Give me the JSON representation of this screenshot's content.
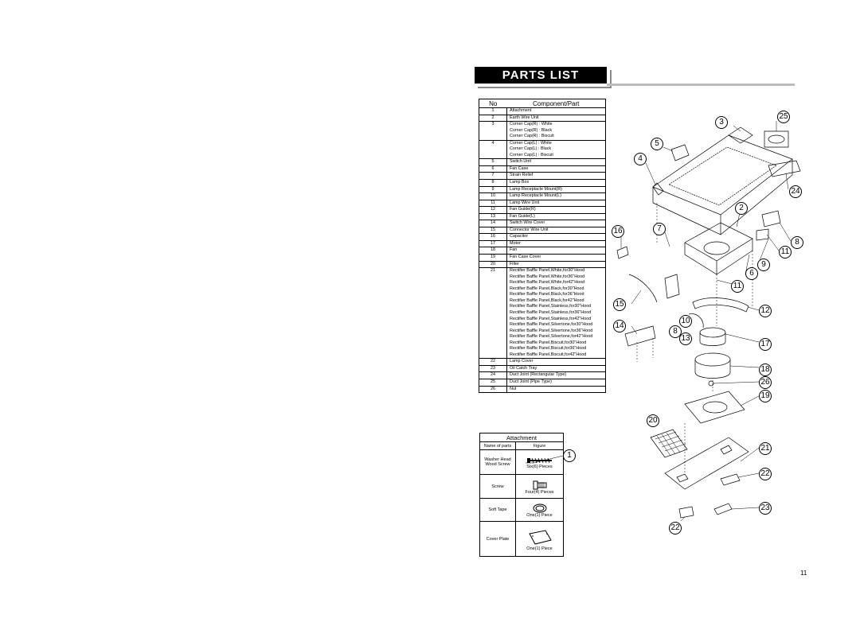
{
  "title": "PARTS LIST",
  "table": {
    "header_no": "No",
    "header_part": "Component/Part",
    "groups": [
      {
        "no": "1",
        "parts": [
          "Attachment"
        ]
      },
      {
        "no": "2",
        "parts": [
          "Earth Wire Unit"
        ]
      },
      {
        "no": "3",
        "parts": [
          "Corner Cap(R) : White",
          "Corner Cap(R) : Black",
          "Corner Cap(R) : Biscuit"
        ]
      },
      {
        "no": "4",
        "parts": [
          "Corner Cap(L) : White",
          "Corner Cap(L) : Black",
          "Corner Cap(L) : Biscuit"
        ]
      },
      {
        "no": "5",
        "parts": [
          "Switch Unit"
        ]
      },
      {
        "no": "6",
        "parts": [
          "Fan Case"
        ]
      },
      {
        "no": "7",
        "parts": [
          "Strain Relief"
        ]
      },
      {
        "no": "8",
        "parts": [
          "Lamp Box"
        ]
      },
      {
        "no": "9",
        "parts": [
          "Lamp Receptacle Mount(R)"
        ]
      },
      {
        "no": "10",
        "parts": [
          "Lamp Receptacle Mount(L)"
        ]
      },
      {
        "no": "11",
        "parts": [
          "Lamp Wire Unit"
        ]
      },
      {
        "no": "12",
        "parts": [
          "Fan Guide(R)"
        ]
      },
      {
        "no": "13",
        "parts": [
          "Fan Guide(L)"
        ]
      },
      {
        "no": "14",
        "parts": [
          "Switch Wire Cover"
        ]
      },
      {
        "no": "15",
        "parts": [
          "Connector Wire Unit"
        ]
      },
      {
        "no": "16",
        "parts": [
          "Capacitor"
        ]
      },
      {
        "no": "17",
        "parts": [
          "Motor"
        ]
      },
      {
        "no": "18",
        "parts": [
          "Fan"
        ]
      },
      {
        "no": "19",
        "parts": [
          "Fan Case Cover"
        ]
      },
      {
        "no": "20",
        "parts": [
          "Filter"
        ]
      },
      {
        "no": "21",
        "parts": [
          "Rectifier Baffle Panel,White,for30\"Hood",
          "Rectifier Baffle Panel,White,for36\"Hood",
          "Rectifier Baffle Panel,White,for42\"Hood",
          "Rectifier Baffle Panel,Black,for30\"Hood",
          "Rectifier Baffle Panel,Black,for36\"Hood",
          "Rectifier Baffle Panel,Black,for42\"Hood",
          "Rectifier Baffle Panel,Stainless,for30\"Hood",
          "Rectifier Baffle Panel,Stainless,for36\"Hood",
          "Rectifier Baffle Panel,Stainless,for42\"Hood",
          "Rectifier Baffle Panel,Silvertone,for30\"Hood",
          "Rectifier Baffle Panel,Silvertone,for36\"Hood",
          "Rectifier Baffle Panel,Silvertone,for42\"Hood",
          "Rectifier Baffle Panel,Biscuit,for30\"Hood",
          "Rectifier Baffle Panel,Biscuit,for36\"Hood",
          "Rectifier Baffle Panel,Biscuit,for42\"Hood"
        ]
      },
      {
        "no": "22",
        "parts": [
          "Lamp Cover"
        ]
      },
      {
        "no": "23",
        "parts": [
          "Oil Catch Tray"
        ]
      },
      {
        "no": "24",
        "parts": [
          "Duct Joint (Rectangular Type)"
        ]
      },
      {
        "no": "25",
        "parts": [
          "Duct Joint (Pipe Type)"
        ]
      },
      {
        "no": "26",
        "parts": [
          "Nut"
        ]
      }
    ]
  },
  "attachment": {
    "title": "Attachment",
    "col_name": "Name of parts",
    "col_figure": "Figure",
    "callout": "1",
    "items": [
      {
        "name": "Washer Head Wood Screw",
        "qty": "Six(6) Pieces",
        "icon": "wood-screw-icon"
      },
      {
        "name": "Screw",
        "qty": "Four(4) Pieces",
        "icon": "screw-icon"
      },
      {
        "name": "Soft Tape",
        "qty": "One(1) Piece",
        "icon": "tape-roll-icon"
      },
      {
        "name": "Cover Plate",
        "qty": "One(1) Piece",
        "icon": "cover-plate-icon"
      }
    ]
  },
  "diagram_callouts": [
    "3",
    "25",
    "5",
    "4",
    "24",
    "2",
    "16",
    "7",
    "8",
    "11",
    "9",
    "6",
    "11",
    "15",
    "12",
    "14",
    "10",
    "8",
    "13",
    "17",
    "18",
    "26",
    "19",
    "20",
    "21",
    "22",
    "23",
    "22"
  ],
  "page_number": "11"
}
